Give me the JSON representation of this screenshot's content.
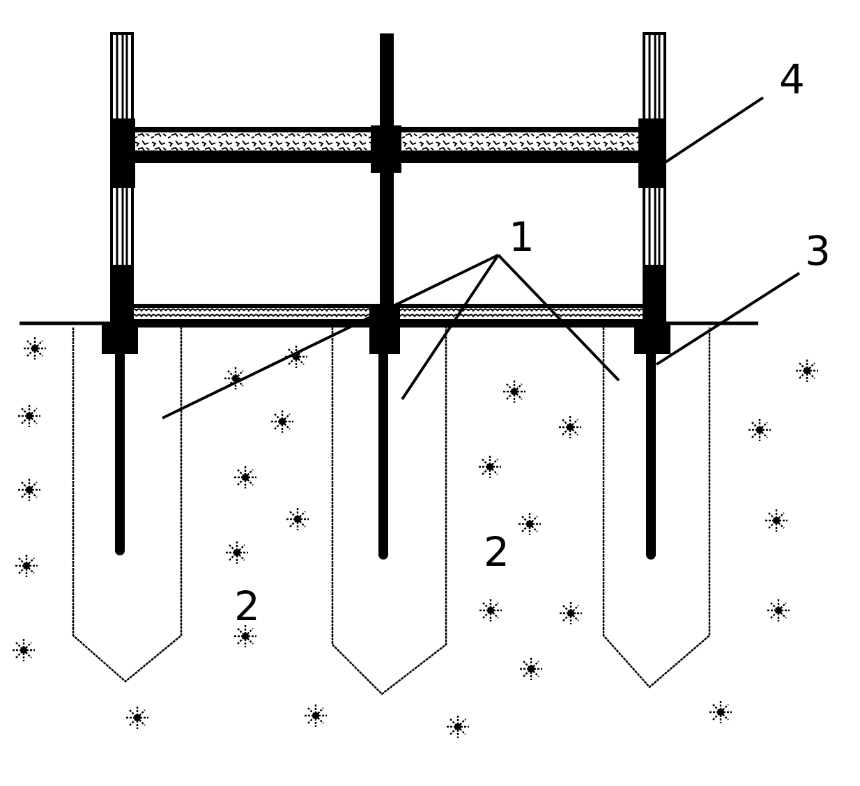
{
  "labels": {
    "one": "1",
    "two_left": "2",
    "two_right": "2",
    "three": "3",
    "four": "4"
  },
  "colors": {
    "ink": "#000000",
    "background": "#ffffff"
  }
}
